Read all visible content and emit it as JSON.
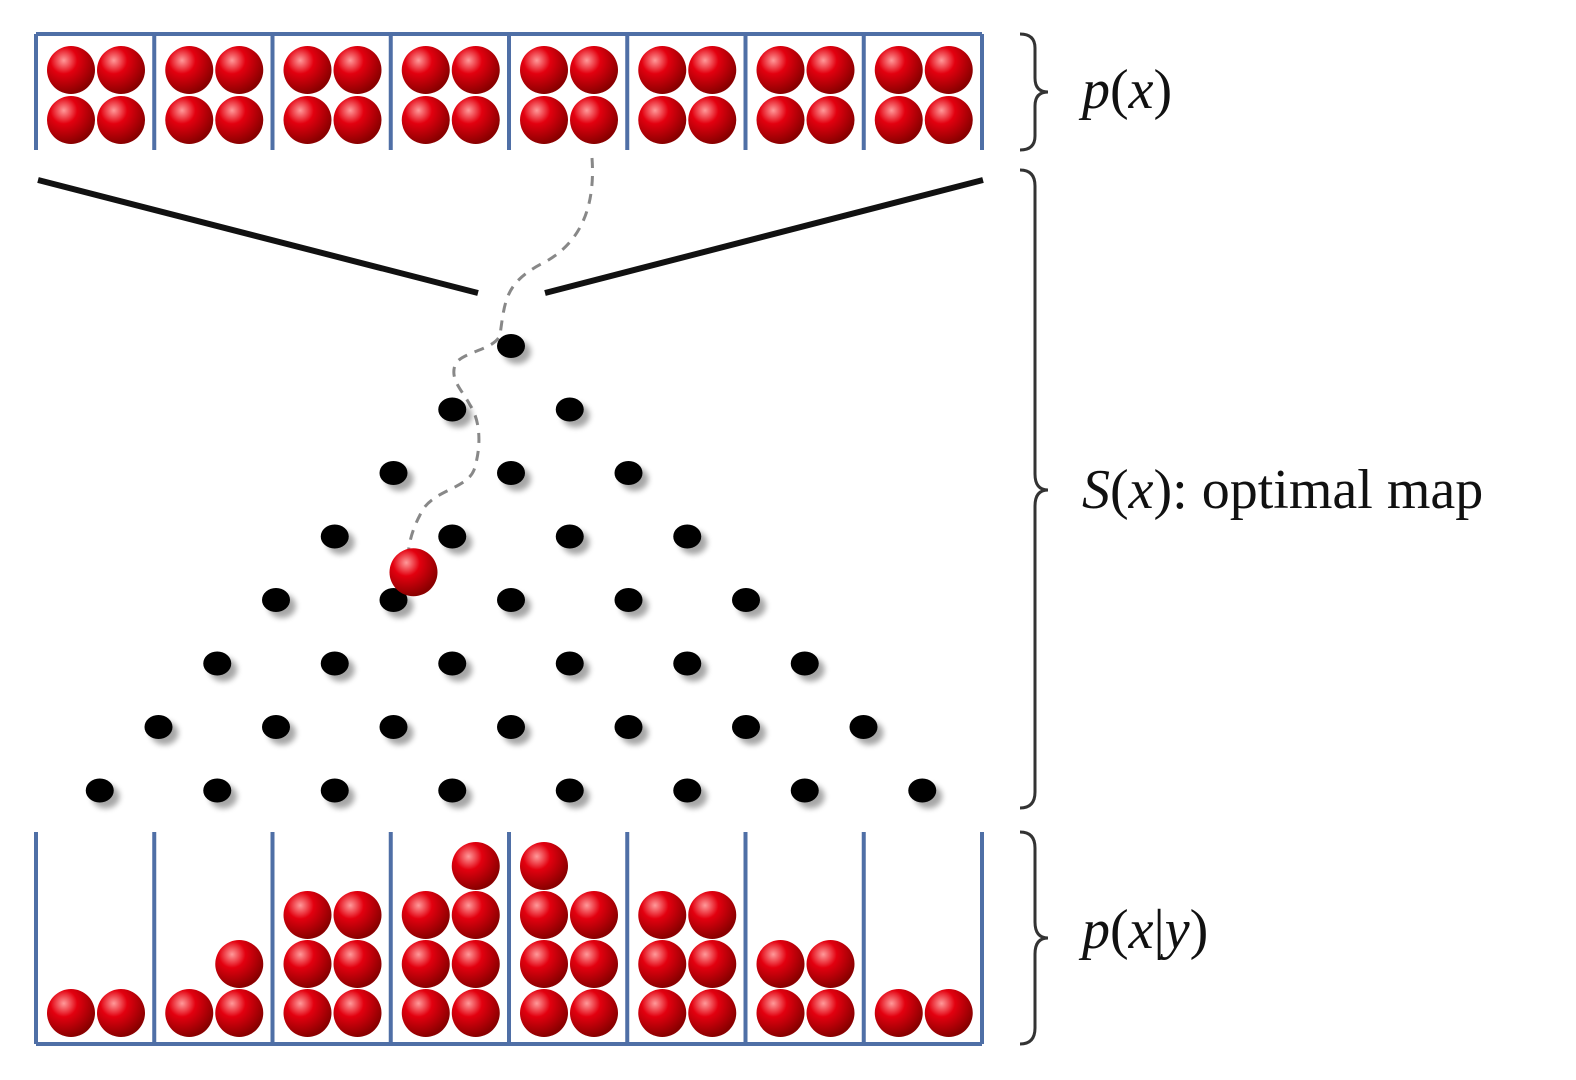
{
  "labels": {
    "top": {
      "italic_p": "p",
      "open": "(",
      "italic_x": "x",
      "close": ")"
    },
    "middle": {
      "italic_s": "S",
      "open": "(",
      "italic_x": "x",
      "rest": "): optimal map"
    },
    "bottom": {
      "italic_p": "p",
      "open": "(",
      "italic_x": "x",
      "bar": "|",
      "italic_y": "y",
      "close": ")"
    }
  },
  "colors": {
    "bin_stroke": "#4f6fa6",
    "ball": "#e3000f",
    "ball_highlight": "#ff9a9a",
    "ball_shadow": "#8a0000",
    "peg": "#000000",
    "funnel": "#111111",
    "path": "#888888",
    "brace": "#333333"
  },
  "distributions": {
    "bins": 8,
    "top_balls_per_bin": [
      4,
      4,
      4,
      4,
      4,
      4,
      4,
      4
    ],
    "bottom_balls_per_bin": [
      2,
      3,
      6,
      7,
      7,
      6,
      4,
      2
    ]
  },
  "galton_board": {
    "peg_rows": 8,
    "highlighted_ball": {
      "row": 4,
      "between_pegs": [
        1,
        2
      ]
    }
  }
}
